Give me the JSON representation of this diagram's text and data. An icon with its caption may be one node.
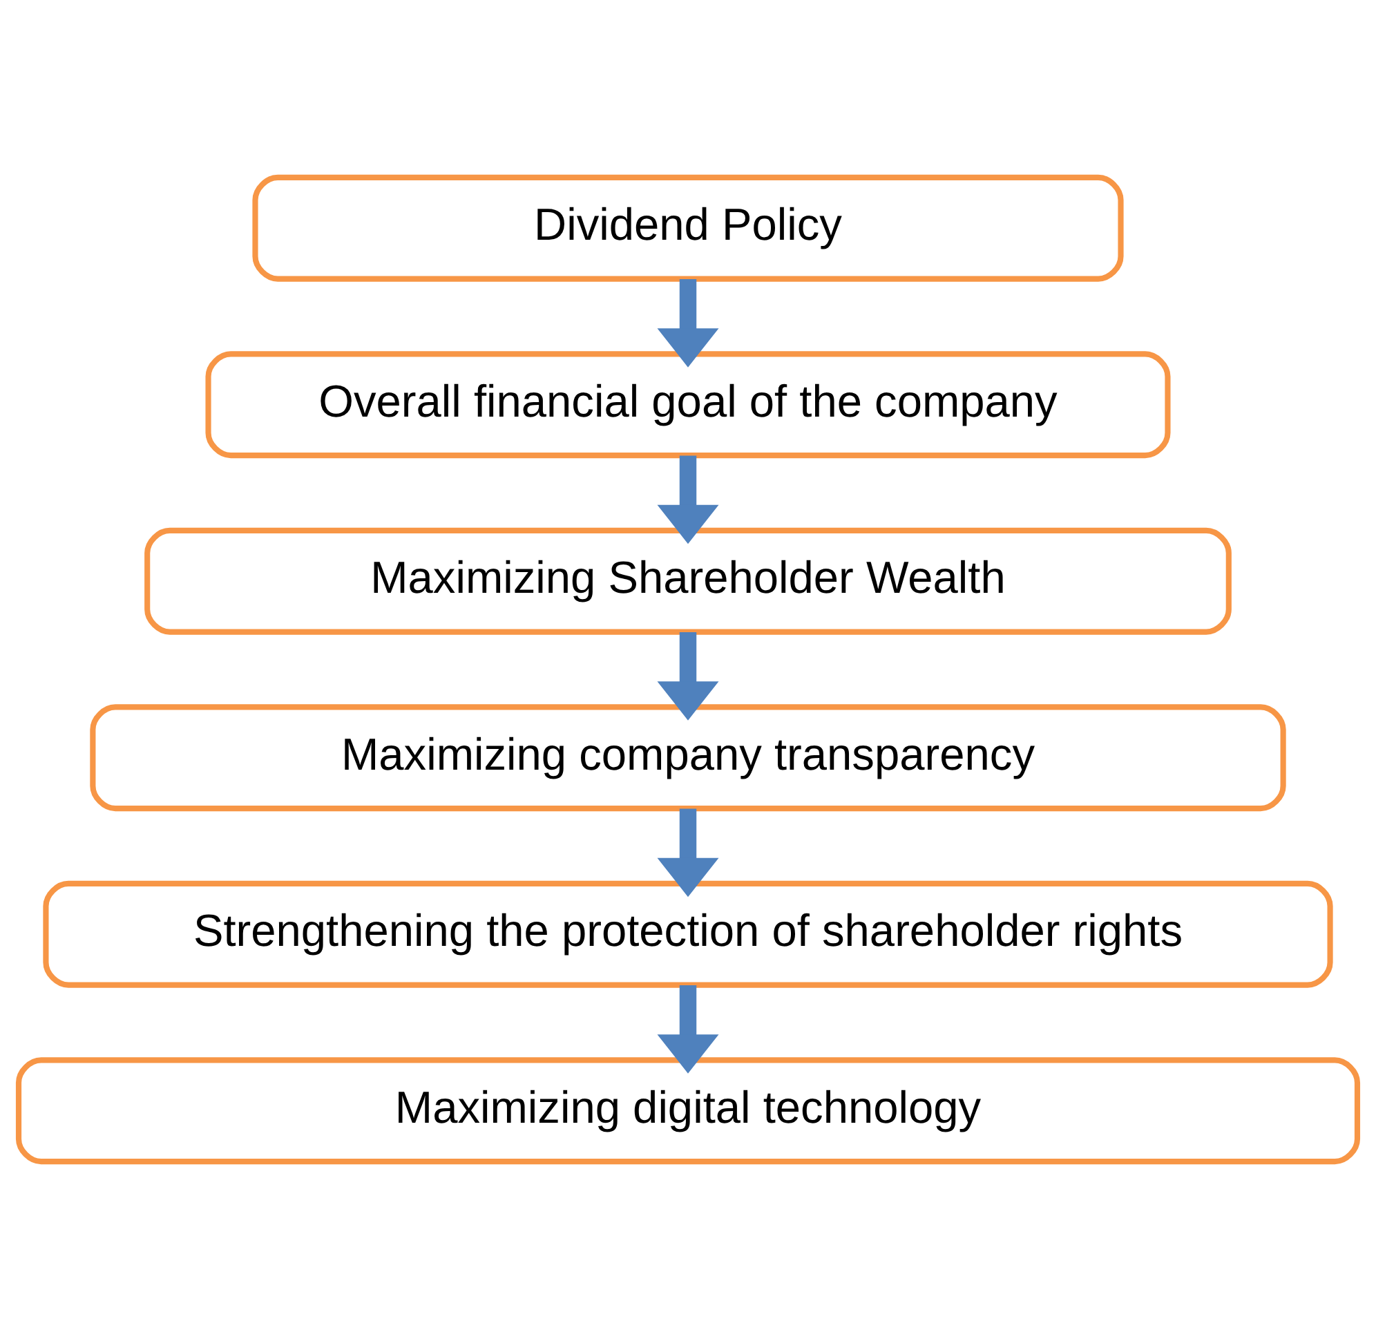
{
  "diagram": {
    "nodes": [
      {
        "text": [
          "Dividend Policy"
        ]
      },
      {
        "text": [
          "Overall financial goal of the company"
        ]
      },
      {
        "text": [
          "Maximizing Shareholder Wealth"
        ]
      },
      {
        "text": [
          "Maximizing company transparency"
        ]
      },
      {
        "text": [
          "Strengthening the protection of shareholder rights"
        ]
      },
      {
        "text": [
          "Maximizing digital technology"
        ]
      }
    ],
    "edges": [
      {
        "from": 0,
        "to": 1,
        "arrow": "to"
      },
      {
        "from": 1,
        "to": 2,
        "arrow": "to"
      },
      {
        "from": 2,
        "to": 3,
        "arrow": "to"
      },
      {
        "from": 3,
        "to": 4,
        "arrow": "to"
      },
      {
        "from": 4,
        "to": 5,
        "arrow": "to"
      }
    ]
  }
}
